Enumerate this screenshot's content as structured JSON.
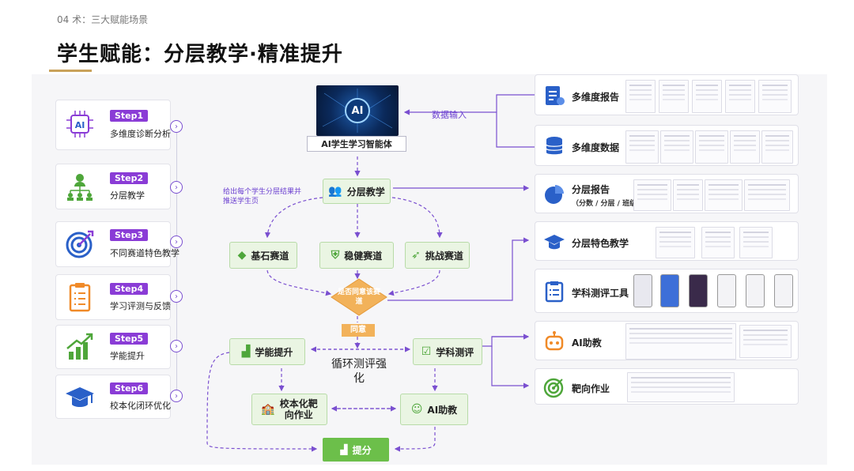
{
  "header": {
    "breadcrumb": "04 术：三大赋能场景",
    "title": "学生赋能：分层教学·精准提升"
  },
  "steps": [
    {
      "badge": "Step1",
      "label": "多维度诊断分析",
      "icon": "ai-chip-icon"
    },
    {
      "badge": "Step2",
      "label": "分层教学",
      "icon": "hierarchy-icon"
    },
    {
      "badge": "Step3",
      "label": "不同赛道特色教学",
      "icon": "target-icon"
    },
    {
      "badge": "Step4",
      "label": "学习评测与反馈",
      "icon": "clipboard-icon"
    },
    {
      "badge": "Step5",
      "label": "学能提升",
      "icon": "growth-chart-icon"
    },
    {
      "badge": "Step6",
      "label": "校本化闭环优化",
      "icon": "graduation-cap-icon"
    }
  ],
  "center": {
    "ai_box_text": "AI",
    "ai_label": "AI学生学习智能体",
    "data_input": "数据输入",
    "note": "给出每个学生分层结果并推送学生页",
    "layered": "分层教学",
    "tracks": [
      "基石赛道",
      "稳健赛道",
      "挑战赛道"
    ],
    "decision": "是否同意该赛道",
    "agree": "同意",
    "ability": "学能提升",
    "assessment": "学科测评",
    "loop": "循环测评强化",
    "school": "校本化靶向作业",
    "ai_helper": "AI助教",
    "score": "提分"
  },
  "right": [
    {
      "label": "多维度报告",
      "sub": "",
      "icon": "report-doc-icon"
    },
    {
      "label": "多维度数据",
      "sub": "",
      "icon": "database-icon"
    },
    {
      "label": "分层报告",
      "sub": "（分数 / 分层 / 班级...）",
      "icon": "pie-chart-icon"
    },
    {
      "label": "分层特色教学",
      "sub": "",
      "icon": "mortarboard-icon"
    },
    {
      "label": "学科测评工具",
      "sub": "",
      "icon": "checklist-icon"
    },
    {
      "label": "AI助教",
      "sub": "",
      "icon": "robot-icon"
    },
    {
      "label": "靶向作业",
      "sub": "",
      "icon": "bullseye-icon"
    }
  ],
  "colors": {
    "accent": "#8a3cd6",
    "green": "#6cbf4a",
    "orange": "#f2b25a",
    "gold": "#c9a25a"
  }
}
